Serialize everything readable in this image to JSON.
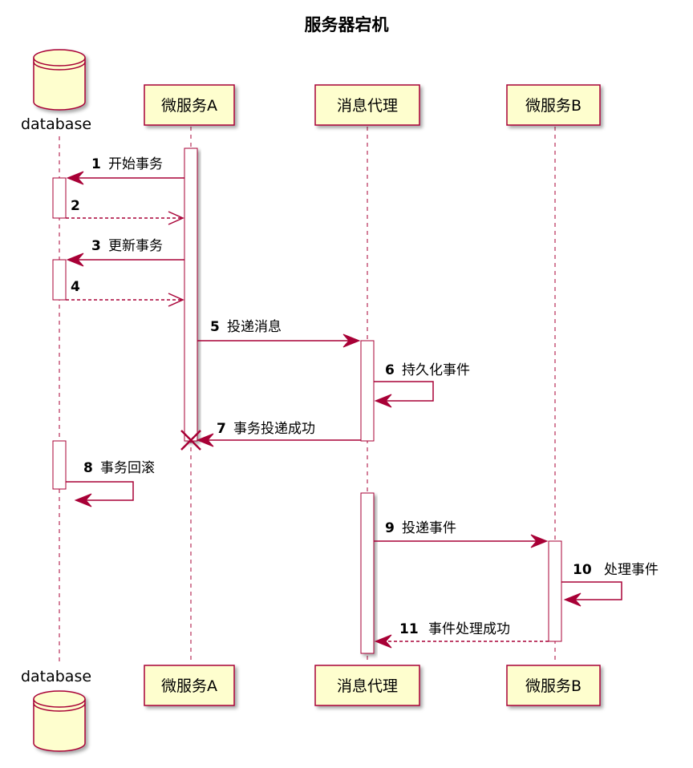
{
  "title": "服务器宕机",
  "participants": [
    {
      "id": "db",
      "label": "database",
      "kind": "database"
    },
    {
      "id": "a",
      "label": "微服务A",
      "kind": "participant"
    },
    {
      "id": "mq",
      "label": "消息代理",
      "kind": "participant"
    },
    {
      "id": "b",
      "label": "微服务B",
      "kind": "participant"
    }
  ],
  "messages": [
    {
      "num": "1",
      "text": "开始事务",
      "from": "a",
      "to": "db",
      "style": "solid"
    },
    {
      "num": "2",
      "text": "",
      "from": "db",
      "to": "a",
      "style": "dashed"
    },
    {
      "num": "3",
      "text": "更新事务",
      "from": "a",
      "to": "db",
      "style": "solid"
    },
    {
      "num": "4",
      "text": "",
      "from": "db",
      "to": "a",
      "style": "dashed"
    },
    {
      "num": "5",
      "text": "投递消息",
      "from": "a",
      "to": "mq",
      "style": "solid"
    },
    {
      "num": "6",
      "text": "持久化事件",
      "from": "mq",
      "to": "mq",
      "style": "self"
    },
    {
      "num": "7",
      "text": "事务投递成功",
      "from": "mq",
      "to": "a",
      "style": "lost"
    },
    {
      "num": "8",
      "text": "事务回滚",
      "from": "db",
      "to": "db",
      "style": "self"
    },
    {
      "num": "9",
      "text": "投递事件",
      "from": "mq",
      "to": "b",
      "style": "solid"
    },
    {
      "num": "10",
      "text": "处理事件",
      "from": "b",
      "to": "b",
      "style": "self"
    },
    {
      "num": "11",
      "text": "事件处理成功",
      "from": "b",
      "to": "mq",
      "style": "dashed"
    }
  ],
  "colors": {
    "border": "#A80036",
    "box_fill": "#FEFECE",
    "background": "#FFFFFF"
  }
}
